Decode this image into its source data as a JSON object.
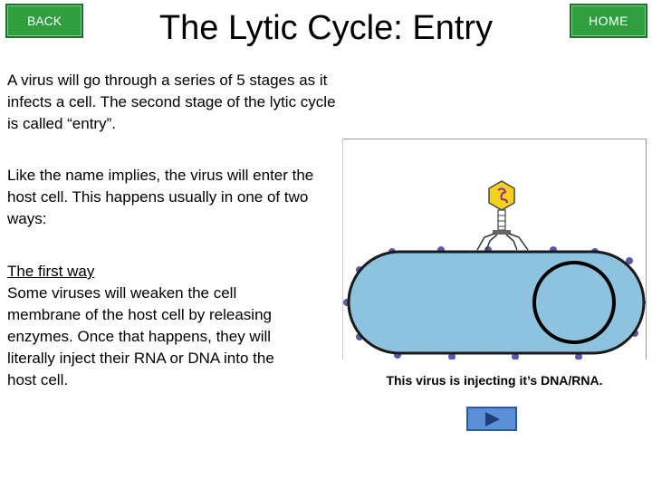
{
  "nav": {
    "back_label": "BACK",
    "home_label": "HOME"
  },
  "page": {
    "title": "The Lytic Cycle: Entry"
  },
  "content": {
    "paragraph1": "A virus will go through a series of 5 stages as it infects a cell. The second stage of the lytic cycle is called “entry”.",
    "paragraph2": "Like the name implies, the virus will enter the host cell. This happens usually in one of two ways:",
    "first_way_heading": "The first way",
    "first_way_body": "Some viruses will weaken the cell membrane of the host cell by releasing enzymes. Once that happens, they will literally inject their RNA or DNA into the host cell."
  },
  "figure": {
    "caption": "This virus is injecting it’s DNA/RNA.",
    "colors": {
      "cell_fill": "#8ec3df",
      "cell_outline": "#1a1a1a",
      "membrane_dots": "#5a5aa8",
      "virus_head": "#f2d21a"
    }
  },
  "controls": {
    "play_icon": "play-triangle-icon",
    "play_color": "#5b8fd6"
  }
}
